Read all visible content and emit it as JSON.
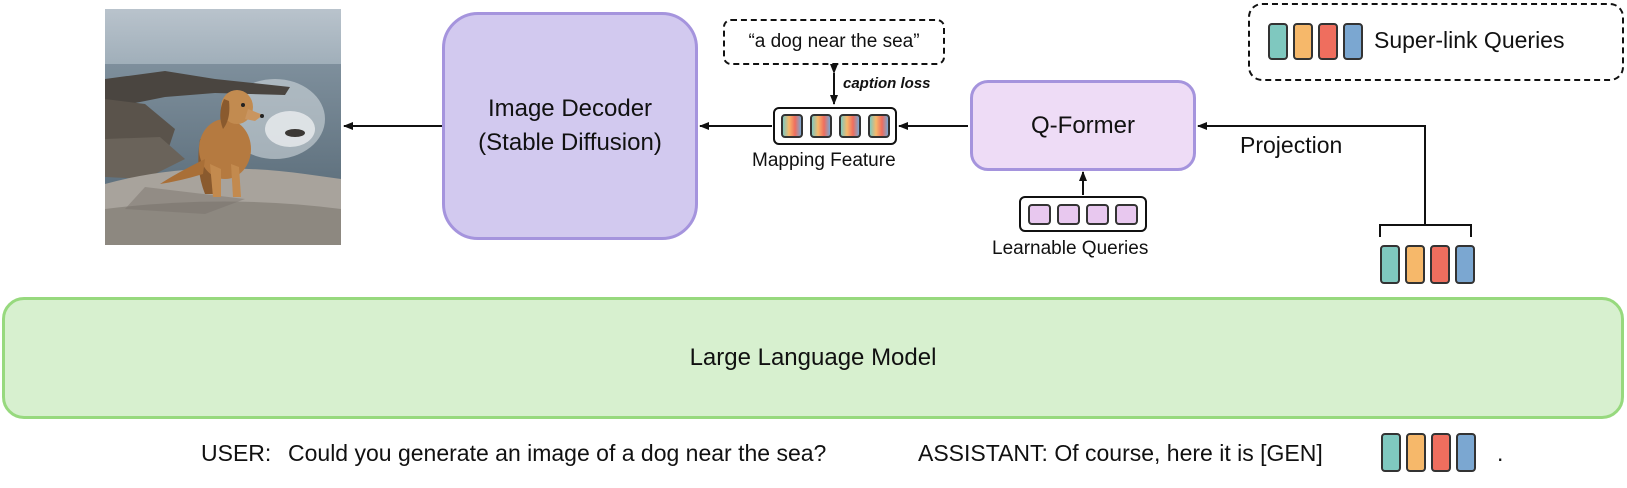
{
  "image_decoder": {
    "line1": "Image Decoder",
    "line2": "(Stable Diffusion)"
  },
  "caption": {
    "text": "“a dog near the sea”",
    "loss_label": "caption loss"
  },
  "mapping_feature": {
    "label": "Mapping Feature"
  },
  "q_former": {
    "label": "Q-Former"
  },
  "learnable_queries": {
    "label": "Learnable Queries"
  },
  "projection": {
    "label": "Projection"
  },
  "legend": {
    "label": "Super-link Queries"
  },
  "llm": {
    "label": "Large Language Model"
  },
  "dialogue": {
    "user_prefix": "USER:",
    "user_text": "Could you generate an image of a dog near the sea?",
    "assistant_text": "ASSISTANT: Of course, here it is [GEN]",
    "end": "."
  },
  "colors": {
    "token_teal": "#7fc8bf",
    "token_orange": "#f6b86a",
    "token_red": "#ef6e5e",
    "token_blue": "#7ba7d1",
    "token_pink": "#e8c8ef",
    "decoder_fill": "#d2c9ef",
    "qformer_fill": "#eedcf6",
    "llm_fill": "#d7f0cf"
  }
}
